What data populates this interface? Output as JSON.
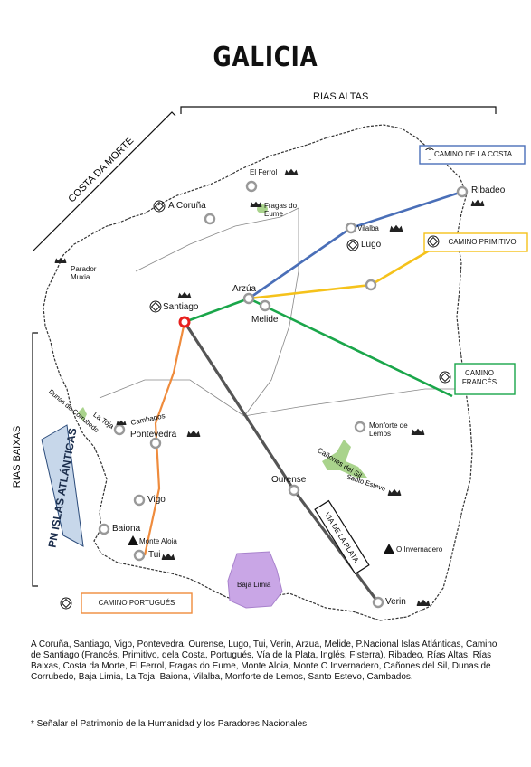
{
  "title": "GALICIA",
  "regions": {
    "rias_altas": "RIAS  ALTAS",
    "costa_da_morte": "COSTA DA MORTE",
    "rias_baixas": "RIAS BAIXAS",
    "islas": "PN ISLAS ATLÁNTICAS",
    "via_plata": "VIA DE LA PLATA"
  },
  "routes": {
    "costa": {
      "label": "CAMINO DE LA COSTA",
      "color": "#4a6fb8"
    },
    "primitivo": {
      "label": "CAMINO  PRIMITIVO",
      "color": "#f5c21b"
    },
    "frances": {
      "label": "CAMINO FRANCÉS",
      "color": "#1aa64a"
    },
    "portugues": {
      "label": "CAMINO  PORTUGUÉS",
      "color": "#ef8b3c"
    },
    "plata": {
      "color": "#555555"
    }
  },
  "places": {
    "ferrol": "El Ferrol",
    "coruna": "A Coruña",
    "fragas": "Fragas do Eume",
    "ribadeo": "Ribadeo",
    "vilalba": "Vilalba",
    "lugo": "Lugo",
    "parador_muxia": "Parador Muxia",
    "arzua": "Arzúa",
    "santiago": "Santiago",
    "melide": "Melide",
    "dunas": "Dunas de Corrubedo",
    "toja": "La Toja",
    "cambados": "Cambados",
    "pontevedra": "Pontevedra",
    "monforte": "Monforte de Lemos",
    "canones": "Cañones del Sil",
    "estevo": "Santo Estevo",
    "ourense": "Ourense",
    "vigo": "Vigo",
    "baiona": "Baiona",
    "monte_aloia": "Monte Aloia",
    "tui": "Tui",
    "invernadero": "O Invernadero",
    "baja_limia": "Baja Limia",
    "verin": "Verin"
  },
  "caption": "A Coruña, Santiago, Vigo, Pontevedra, Ourense, Lugo, Tui, Verin, Arzua, Melide, P.Nacional Islas Atlánticas, Camino de Santiago (Francés, Primitivo, dela Costa, Portugués, Vía de la Plata, Inglés, Fisterra), Ribadeo, Rías Altas, Rías Baixas, Costa da Morte, El Ferrol, Fragas do Eume, Monte Aloia, Monte O Invernadero, Cañones del Sil, Dunas de Corrubedo, Baja Limia, La Toja, Baiona, Vilalba, Monforte de Lemos, Santo Estevo, Cambados.",
  "note": "* Señalar el Patrimonio de la Humanidad y los Paradores Nacionales",
  "icons": [
    "parador-crown-icon",
    "heritage-symbol-icon",
    "city-circle-icon",
    "mountain-triangle-icon"
  ]
}
